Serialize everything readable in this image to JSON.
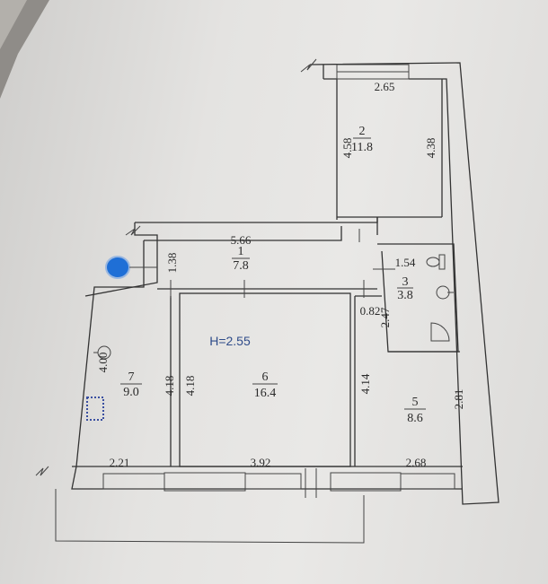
{
  "plan": {
    "ceiling_height": "H=2.55",
    "rooms": [
      {
        "number": "1",
        "area": "7.8"
      },
      {
        "number": "2",
        "area": "11.8"
      },
      {
        "number": "3",
        "area": "3.8"
      },
      {
        "number": "5",
        "area": "8.6"
      },
      {
        "number": "6",
        "area": "16.4"
      },
      {
        "number": "7",
        "area": "9.0"
      }
    ],
    "dimensions": {
      "room2_width": "2.65",
      "room2_left": "4.58",
      "room2_right": "4.38",
      "corridor_length": "5.66",
      "corridor_width": "1.38",
      "bath_width": "1.54",
      "bath_depth": "2.47",
      "passage": "0.82",
      "room7_left": "4.00",
      "room7_right": "4.18",
      "room6_left": "4.18",
      "room5_left": "4.14",
      "room5_right": "2.81",
      "room7_bottom": "2.21",
      "room6_bottom": "3.92",
      "room5_bottom": "2.68"
    },
    "colors": {
      "marker": "#1f6fd6",
      "ink": "#333333",
      "radiator": "#3a4fa0"
    }
  }
}
